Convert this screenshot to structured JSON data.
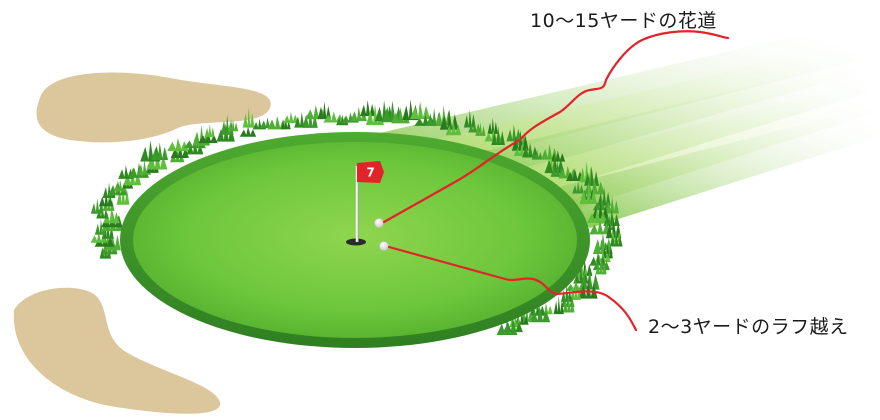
{
  "labels": {
    "top": "10〜15ヤードの花道",
    "bottom": "2〜3ヤードのラフ越え"
  },
  "flag": {
    "number": "7",
    "color": "#e2232a"
  },
  "colors": {
    "green": "#6cc63b",
    "fringe": "#3f9a2a",
    "bunker": "#dcc69c",
    "fairway": "#9bd34a",
    "line": "#e2232a"
  }
}
